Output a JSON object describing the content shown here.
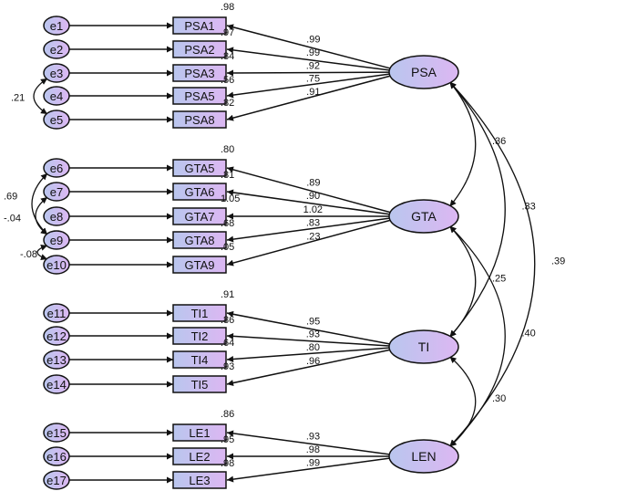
{
  "colors": {
    "node_fill_a": "#b9c6ee",
    "node_fill_b": "#dcb7f2",
    "stroke": "#111111"
  },
  "latents": [
    {
      "name": "PSA",
      "indicators": [
        {
          "name": "PSA1",
          "error": "e1",
          "loading": ".99",
          "r2": ".98"
        },
        {
          "name": "PSA2",
          "error": "e2",
          "loading": ".99",
          "r2": ".97"
        },
        {
          "name": "PSA3",
          "error": "e3",
          "loading": ".92",
          "r2": ".84"
        },
        {
          "name": "PSA5",
          "error": "e4",
          "loading": ".75",
          "r2": ".56"
        },
        {
          "name": "PSA8",
          "error": "e5",
          "loading": ".91",
          "r2": ".82"
        }
      ]
    },
    {
      "name": "GTA",
      "indicators": [
        {
          "name": "GTA5",
          "error": "e6",
          "loading": ".89",
          "r2": ".80"
        },
        {
          "name": "GTA6",
          "error": "e7",
          "loading": ".90",
          "r2": ".81"
        },
        {
          "name": "GTA7",
          "error": "e8",
          "loading": "1.02",
          "r2": "1.05"
        },
        {
          "name": "GTA8",
          "error": "e9",
          "loading": ".83",
          "r2": ".68"
        },
        {
          "name": "GTA9",
          "error": "e10",
          "loading": ".23",
          "r2": ".05"
        }
      ]
    },
    {
      "name": "TI",
      "indicators": [
        {
          "name": "TI1",
          "error": "e11",
          "loading": ".95",
          "r2": ".91"
        },
        {
          "name": "TI2",
          "error": "e12",
          "loading": ".93",
          "r2": ".86"
        },
        {
          "name": "TI4",
          "error": "e13",
          "loading": ".80",
          "r2": ".64"
        },
        {
          "name": "TI5",
          "error": "e14",
          "loading": ".96",
          "r2": ".93"
        }
      ]
    },
    {
      "name": "LEN",
      "indicators": [
        {
          "name": "LE1",
          "error": "e15",
          "loading": ".93",
          "r2": ".86"
        },
        {
          "name": "LE2",
          "error": "e16",
          "loading": ".98",
          "r2": ".95"
        },
        {
          "name": "LE3",
          "error": "e17",
          "loading": ".99",
          "r2": ".98"
        }
      ]
    }
  ],
  "latent_covariances": [
    {
      "from": "PSA",
      "to": "GTA",
      "value": ".36"
    },
    {
      "from": "PSA",
      "to": "TI",
      "value": ".33"
    },
    {
      "from": "PSA",
      "to": "LEN",
      "value": ".39"
    },
    {
      "from": "GTA",
      "to": "TI",
      "value": ".25"
    },
    {
      "from": "GTA",
      "to": "LEN",
      "value": ".40"
    },
    {
      "from": "TI",
      "to": "LEN",
      "value": ".30"
    }
  ],
  "error_covariances": [
    {
      "from": "e3",
      "to": "e5",
      "value": ".21"
    },
    {
      "from": "e6",
      "to": "e9",
      "value": ".69"
    },
    {
      "from": "e7",
      "to": "e9",
      "value": "-.04"
    },
    {
      "from": "e9",
      "to": "e10",
      "value": "-.08"
    }
  ]
}
